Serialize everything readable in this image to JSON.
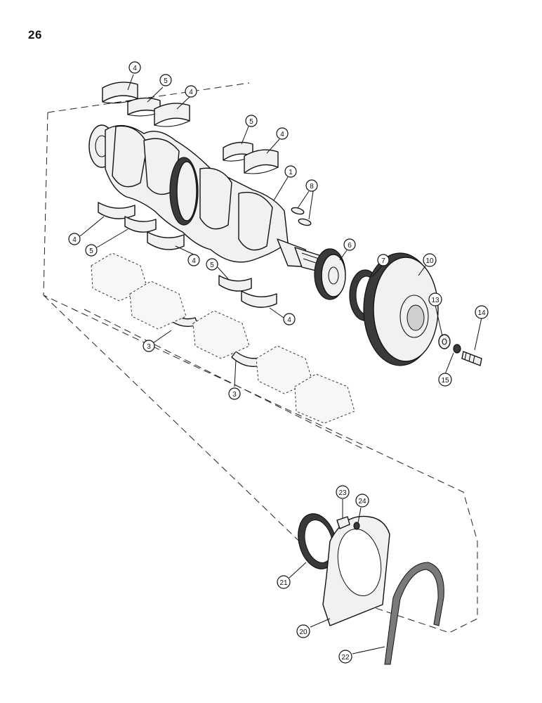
{
  "page": {
    "number": "26"
  },
  "callouts": [
    {
      "id": "c4a",
      "label": "4"
    },
    {
      "id": "c5a",
      "label": "5"
    },
    {
      "id": "c4b",
      "label": "4"
    },
    {
      "id": "c5b",
      "label": "5"
    },
    {
      "id": "c4c",
      "label": "4"
    },
    {
      "id": "c1",
      "label": "1"
    },
    {
      "id": "c8",
      "label": "8"
    },
    {
      "id": "c4d",
      "label": "4"
    },
    {
      "id": "c5c",
      "label": "5"
    },
    {
      "id": "c4e",
      "label": "4"
    },
    {
      "id": "c6",
      "label": "6"
    },
    {
      "id": "c7",
      "label": "7"
    },
    {
      "id": "c10",
      "label": "10"
    },
    {
      "id": "c5d",
      "label": "5"
    },
    {
      "id": "c4f",
      "label": "4"
    },
    {
      "id": "c3a",
      "label": "3"
    },
    {
      "id": "c13",
      "label": "13"
    },
    {
      "id": "c14",
      "label": "14"
    },
    {
      "id": "c15",
      "label": "15"
    },
    {
      "id": "c3b",
      "label": "3"
    },
    {
      "id": "c23",
      "label": "23"
    },
    {
      "id": "c24",
      "label": "24"
    },
    {
      "id": "c21",
      "label": "21"
    },
    {
      "id": "c20",
      "label": "20"
    },
    {
      "id": "c22",
      "label": "22"
    }
  ]
}
